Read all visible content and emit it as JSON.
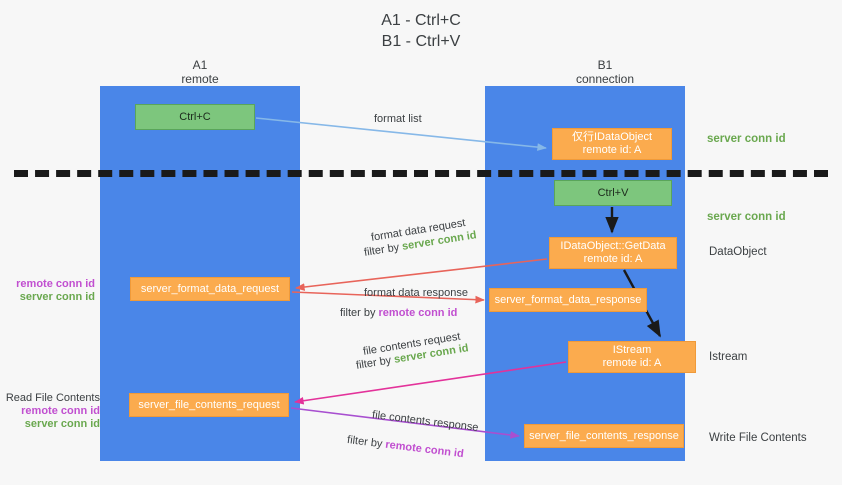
{
  "title": {
    "line1": "A1 - Ctrl+C",
    "line2": "B1 - Ctrl+V"
  },
  "columns": [
    {
      "id": "a1",
      "name": "A1",
      "sub": "remote"
    },
    {
      "id": "b1",
      "name": "B1",
      "sub": "connection"
    }
  ],
  "boxes": {
    "ctrl_c": {
      "label": "Ctrl+C",
      "kind": "green"
    },
    "idataobject": {
      "line1": "仅行IDataObject",
      "line2": "remote id: A",
      "kind": "orange"
    },
    "ctrl_v": {
      "label": "Ctrl+V",
      "kind": "green"
    },
    "getdata": {
      "line1": "IDataObject::GetData",
      "line2": "remote id: A",
      "kind": "orange"
    },
    "server_format_data_request": {
      "label": "server_format_data_request",
      "kind": "orange"
    },
    "server_format_data_response": {
      "label": "server_format_data_response",
      "kind": "orange"
    },
    "istream": {
      "line1": "IStream",
      "line2": "remote id: A",
      "kind": "orange"
    },
    "server_file_contents_request": {
      "label": "server_file_contents_request",
      "kind": "orange"
    },
    "server_file_contents_response": {
      "label": "server_file_contents_response",
      "kind": "orange"
    }
  },
  "edge_labels": {
    "format_list": "format list",
    "format_data_request": "format data request",
    "format_data_request_filter_prefix": "filter by ",
    "format_data_request_filter_value": "server conn id",
    "format_data_response": "format data response",
    "format_data_response_filter_prefix": "filter by ",
    "format_data_response_filter_value": "remote conn id",
    "file_contents_request": "file contents request",
    "file_contents_request_filter_prefix": "filter by ",
    "file_contents_request_filter_value": "server conn id",
    "file_contents_response": "file contents response",
    "file_contents_response_filter_prefix": "filter by ",
    "file_contents_response_filter_value": "remote conn id"
  },
  "right_annotations": {
    "server_conn_id_top": "server conn id",
    "server_conn_id_mid": "server conn id",
    "dataobject": "DataObject",
    "istream": "Istream",
    "write_file_contents": "Write File Contents"
  },
  "left_annotations": {
    "mid_remote": "remote conn id",
    "mid_server": "server conn id",
    "read_file_contents": "Read File Contents",
    "low_remote": "remote conn id",
    "low_server": "server conn id"
  },
  "colors": {
    "lane": "#4a86e8",
    "green_box": "#7dc67d",
    "orange_box": "#fbab4e",
    "server_conn_id": "#6aa84f",
    "remote_conn_id": "#c14fd0",
    "arrow_blue": "#86b8e8",
    "arrow_red": "#e8645a",
    "arrow_magenta": "#e3329a",
    "arrow_purple": "#a84fd0",
    "arrow_black": "#1a1a1a",
    "divider": "#1a1a1a",
    "background": "#f7f7f7"
  }
}
